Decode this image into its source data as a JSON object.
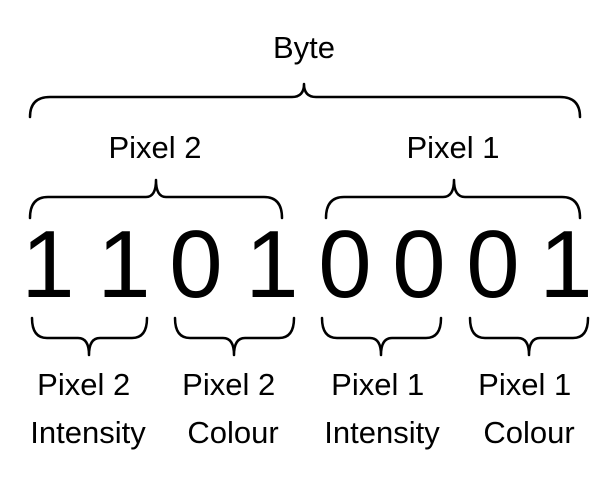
{
  "diagram": {
    "byte_label": "Byte",
    "pixels": [
      {
        "label": "Pixel 2",
        "intensity_label": [
          "Pixel 2",
          "Intensity"
        ],
        "colour_label": [
          "Pixel 2",
          "Colour"
        ]
      },
      {
        "label": "Pixel 1",
        "intensity_label": [
          "Pixel 1",
          "Intensity"
        ],
        "colour_label": [
          "Pixel 1",
          "Colour"
        ]
      }
    ],
    "bits": [
      "1",
      "1",
      "0",
      "1",
      "0",
      "0",
      "0",
      "1"
    ]
  }
}
